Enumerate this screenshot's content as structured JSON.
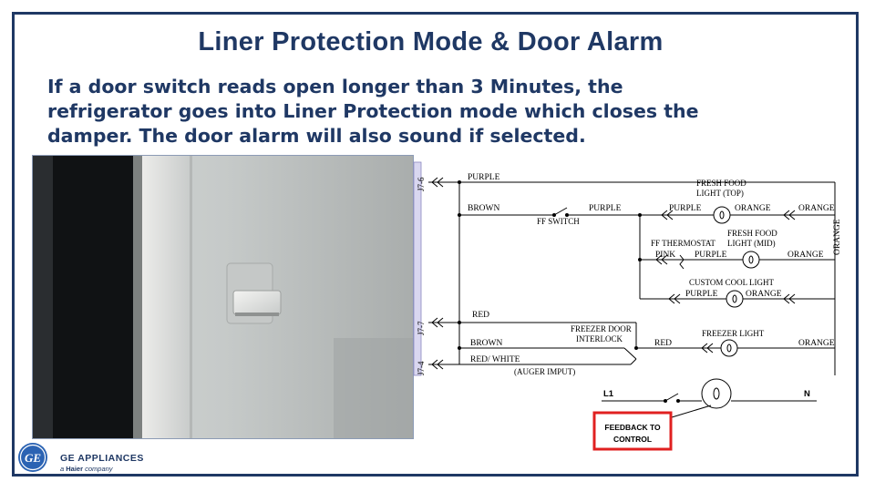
{
  "slide": {
    "title": "Liner Protection Mode & Door Alarm",
    "body_lines": [
      "If a door switch reads open longer than 3 Minutes, the",
      "refrigerator goes into Liner Protection mode which closes the",
      "damper.  The door alarm will also sound if selected."
    ]
  },
  "brand": {
    "logo_text": "GE",
    "name": "GE APPLIANCES",
    "tagline_prefix": "a ",
    "tagline_brand": "Haier",
    "tagline_suffix": " company"
  },
  "schematic": {
    "connectors": [
      "J7-6",
      "J7-7",
      "J7-4"
    ],
    "wires": {
      "purple_top": "PURPLE",
      "brown_1": "BROWN",
      "purple_mid": "PURPLE",
      "purple_ff_top": "PURPLE",
      "orange_ff_top": "ORANGE",
      "orange_ff_top_2": "ORANGE",
      "orange_vertical": "ORANGE",
      "pink": "PINK",
      "purple_ff_mid": "PURPLE",
      "orange_ff_mid": "ORANGE",
      "purple_cc": "PURPLE",
      "orange_cc": "ORANGE",
      "red_1": "RED",
      "brown_2": "BROWN",
      "red_2": "RED",
      "orange_fz": "ORANGE",
      "red_white": "RED/ WHITE"
    },
    "labels": {
      "ff_switch": "FF SWITCH",
      "fresh_food_light_top": [
        "FRESH FOOD",
        "LIGHT (TOP)"
      ],
      "ff_thermostat": "FF THERMOSTAT",
      "fresh_food_light_mid": [
        "FRESH FOOD",
        "LIGHT (MID)"
      ],
      "custom_cool_light": "CUSTOM COOL LIGHT",
      "freezer_door_interlock": [
        "FREEZER DOOR",
        "INTERLOCK"
      ],
      "freezer_light": "FREEZER LIGHT",
      "auger_input": "(AUGER IMPUT)"
    },
    "feedback": {
      "l1": "L1",
      "n": "N",
      "box_lines": [
        "FEEDBACK TO",
        "CONTROL"
      ],
      "box_color": "#e02020"
    }
  },
  "colors": {
    "navy": "#1f3864",
    "highlight": "#e02020"
  }
}
